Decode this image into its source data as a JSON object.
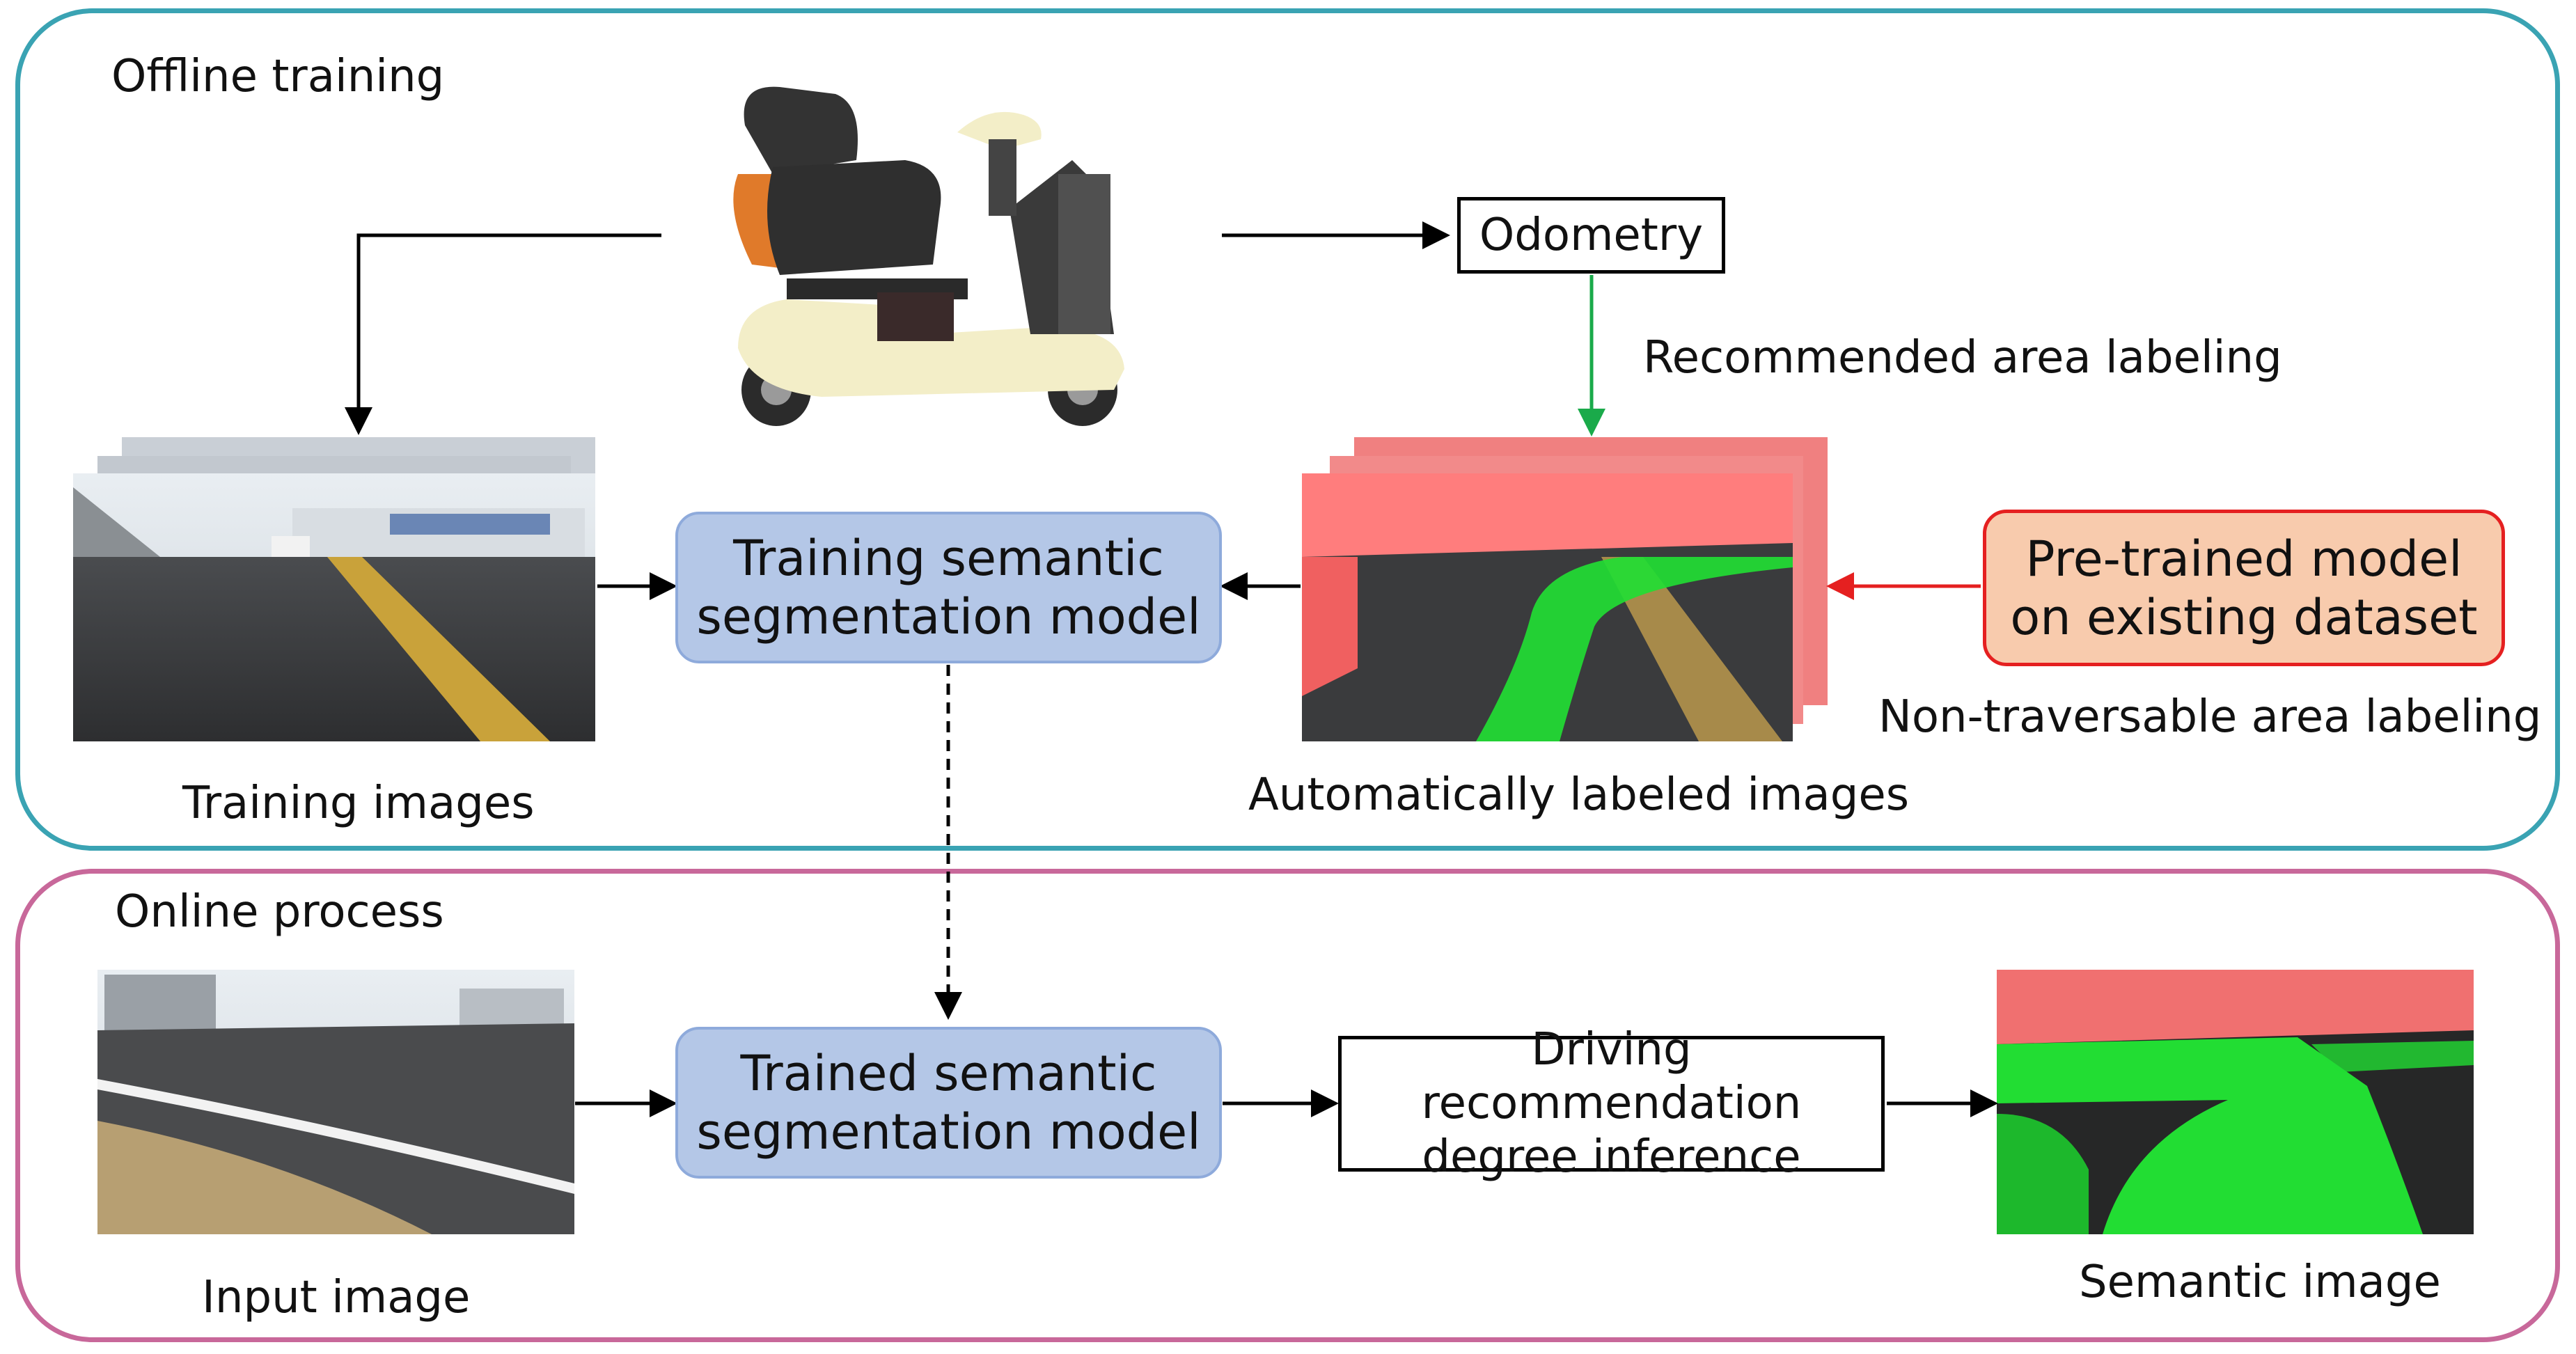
{
  "sections": {
    "offline": {
      "title": "Offline training"
    },
    "online": {
      "title": "Online process"
    }
  },
  "nodes": {
    "odometry": "Odometry",
    "training_model": [
      "Training semantic",
      "segmentation model"
    ],
    "pretrained": [
      "Pre-trained model",
      "on existing dataset"
    ],
    "trained_model": [
      "Trained semantic",
      "segmentation model"
    ],
    "inference": [
      "Driving recommendation",
      "degree inference"
    ]
  },
  "labels": {
    "recommended": "Recommended area labeling",
    "non_traversable": "Non-traversable area labeling",
    "training_images": "Training images",
    "auto_labeled": "Automatically labeled images",
    "input_image": "Input image",
    "semantic_image": "Semantic image"
  },
  "colors": {
    "offline_border": "#3aa3b3",
    "online_border": "#c8689a",
    "model_fill": "#b4c7e7",
    "pretrained_fill": "#f8cbad",
    "recommended_arrow": "#1aaa4a",
    "non_traversable_arrow": "#e52020",
    "traversable_overlay": "#22dd33",
    "non_traversable_overlay": "#ff4d4d"
  }
}
